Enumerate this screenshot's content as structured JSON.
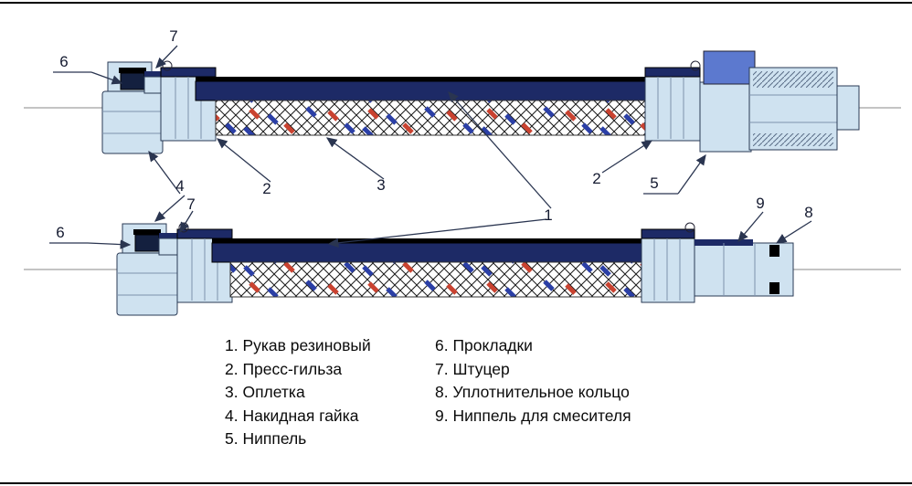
{
  "diagram": {
    "description": "Sectional diagram of two flexible braided water hoses with numbered part callouts",
    "colors": {
      "metal_light_blue": "#cfe2f0",
      "fitting_blue": "#5c79cf",
      "rubber_navy": "#1d2a66",
      "braid_line": "#1a1a1a",
      "fleck_red": "#c94230",
      "fleck_blue": "#2b3fa6",
      "leader_line": "#2a3550",
      "centerline_gray": "#8a8a8a",
      "background": "#ffffff"
    }
  },
  "callouts": {
    "n7_top": "7",
    "n6_top": "6",
    "n4": "4",
    "n2_left": "2",
    "n3": "3",
    "n1": "1",
    "n2_right": "2",
    "n5": "5",
    "n9": "9",
    "n8": "8",
    "n6_bottom": "6",
    "n7_bottom": "7"
  },
  "legend": {
    "col1": [
      "1. Рукав резиновый",
      "2. Пресс-гильза",
      "3. Оплетка",
      "4. Накидная гайка",
      "5. Ниппель"
    ],
    "col2": [
      "6. Прокладки",
      "7. Штуцер",
      "8. Уплотнительное кольцо",
      "9. Ниппель для смесителя"
    ]
  }
}
